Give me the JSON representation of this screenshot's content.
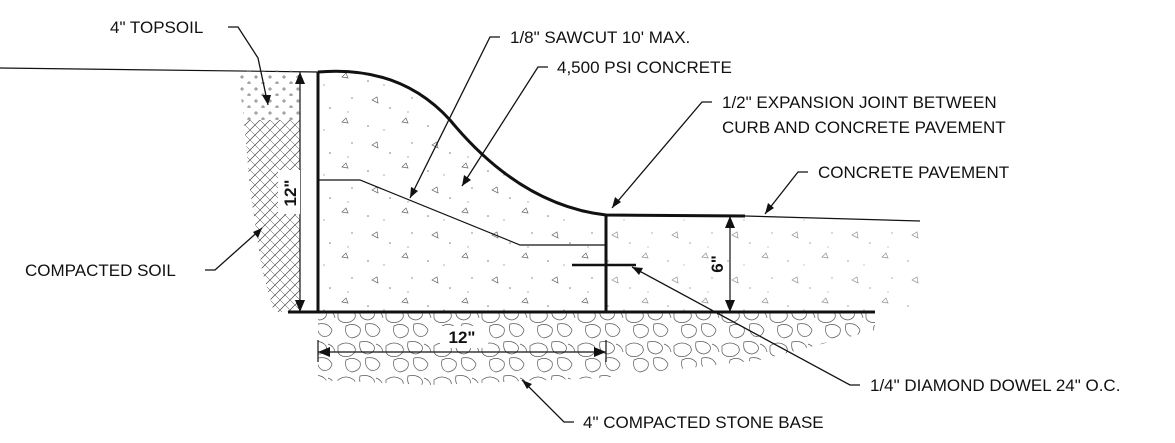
{
  "labels": {
    "topsoil": "4\" TOPSOIL",
    "sawcut": "1/8\" SAWCUT 10' MAX.",
    "concrete": "4,500 PSI CONCRETE",
    "expansion_line1": "1/2\" EXPANSION JOINT BETWEEN",
    "expansion_line2": "CURB AND CONCRETE PAVEMENT",
    "pavement": "CONCRETE PAVEMENT",
    "compacted_soil": "COMPACTED SOIL",
    "dowel": "1/4\" DIAMOND DOWEL 24\" O.C.",
    "stone_base": "4\" COMPACTED STONE BASE"
  },
  "dimensions": {
    "curb_height": "12\"",
    "curb_width": "12\"",
    "pavement_thickness": "6\""
  },
  "colors": {
    "line": "#111111",
    "background": "#ffffff"
  }
}
